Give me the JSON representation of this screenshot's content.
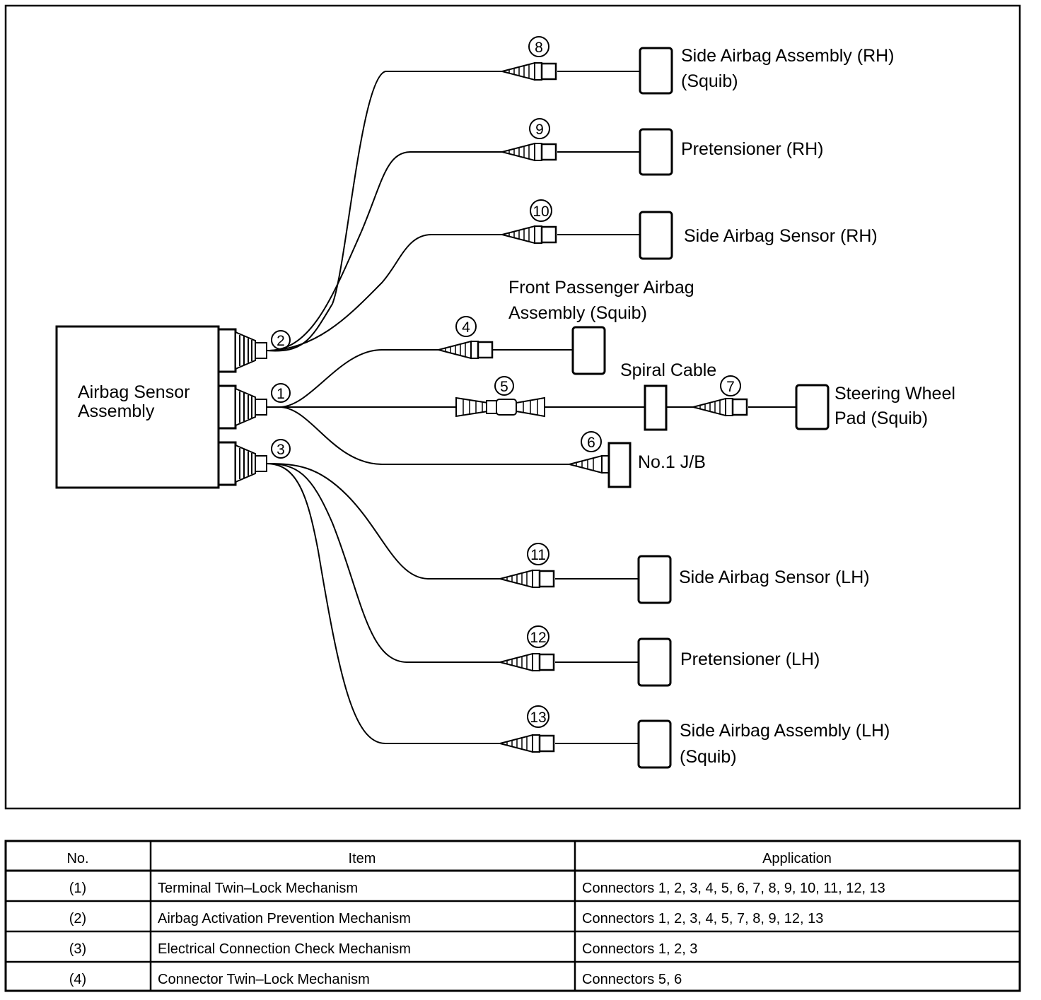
{
  "diagram": {
    "sensor_label": [
      "Airbag Sensor",
      "Assembly"
    ],
    "connector_numbers": [
      "1",
      "2",
      "3",
      "4",
      "5",
      "6",
      "7",
      "8",
      "9",
      "10",
      "11",
      "12",
      "13"
    ],
    "components": {
      "side_airbag_rh": [
        "Side Airbag Assembly (RH)",
        "(Squib)"
      ],
      "pretensioner_rh": "Pretensioner (RH)",
      "side_sensor_rh": "Side Airbag Sensor (RH)",
      "front_passenger": [
        "Front Passenger Airbag",
        "Assembly (Squib)"
      ],
      "spiral_cable": "Spiral Cable",
      "steering_wheel": [
        "Steering Wheel",
        "Pad (Squib)"
      ],
      "jb": "No.1 J/B",
      "side_sensor_lh": "Side Airbag Sensor (LH)",
      "pretensioner_lh": "Pretensioner (LH)",
      "side_airbag_lh": [
        "Side Airbag Assembly (LH)",
        "(Squib)"
      ]
    }
  },
  "table": {
    "headers": [
      "No.",
      "Item",
      "Application"
    ],
    "rows": [
      {
        "no": "(1)",
        "item": "Terminal Twin–Lock Mechanism",
        "application": "Connectors 1, 2, 3, 4, 5, 6, 7, 8, 9, 10, 11, 12, 13"
      },
      {
        "no": "(2)",
        "item": "Airbag Activation Prevention Mechanism",
        "application": "Connectors 1, 2, 3, 4, 5, 7, 8, 9, 12, 13"
      },
      {
        "no": "(3)",
        "item": "Electrical Connection Check Mechanism",
        "application": "Connectors 1, 2, 3"
      },
      {
        "no": "(4)",
        "item": "Connector Twin–Lock Mechanism",
        "application": "Connectors 5, 6"
      }
    ]
  }
}
